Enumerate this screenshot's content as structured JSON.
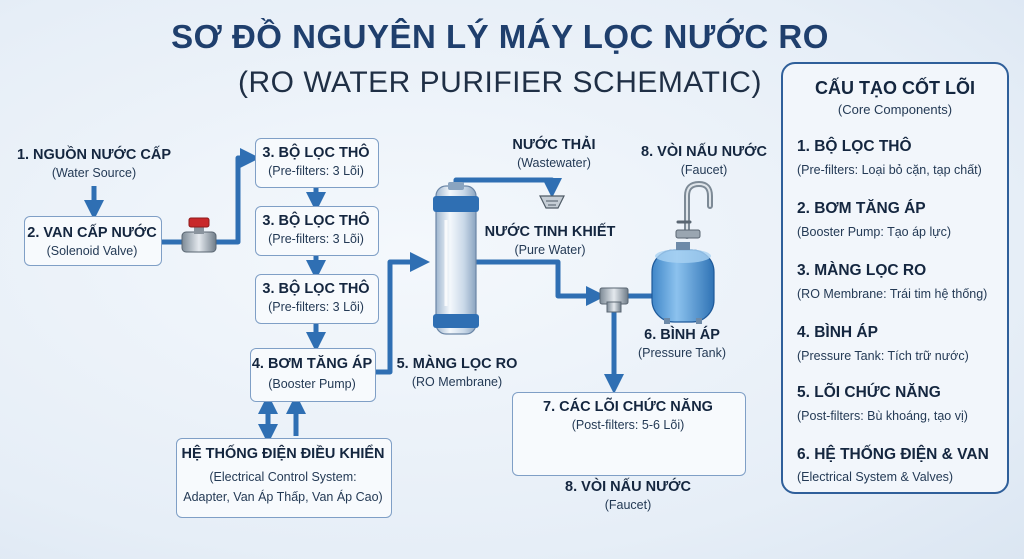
{
  "header": {
    "title": "SƠ ĐỒ NGUYÊN LÝ MÁY LỌC NƯỚC RO",
    "subtitle": "(RO WATER PURIFIER SCHEMATIC)"
  },
  "nodes": {
    "source": {
      "label": "1. NGUỒN NƯỚC CẤP",
      "sub": "(Water Source)"
    },
    "valve": {
      "label": "2. VAN CẤP NƯỚC",
      "sub": "(Solenoid Valve)"
    },
    "prefilter_1": {
      "label": "3. BỘ LỌC THÔ",
      "sub": "(Pre-filters: 3 Lõi)"
    },
    "prefilter_2": {
      "label": "3. BỘ LỌC THÔ",
      "sub": "(Pre-filters: 3 Lõi)"
    },
    "prefilter_3": {
      "label": "3. BỘ LỌC THÔ",
      "sub": "(Pre-filters: 3 Lõi)"
    },
    "pump": {
      "label": "4. BƠM TĂNG ÁP",
      "sub": "(Booster Pump)"
    },
    "control": {
      "label": "HỆ THỐNG ĐIỆN ĐIỀU KHIỂN",
      "sub1": "(Electrical Control System:",
      "sub2": "Adapter, Van Áp Thấp, Van Áp Cao)"
    },
    "membrane": {
      "label": "5. MÀNG LỌC RO",
      "sub": "(RO Membrane)"
    },
    "wastewater": {
      "label": "NƯỚC THẢI",
      "sub": "(Wastewater)"
    },
    "purewater": {
      "label": "NƯỚC TINH KHIẾT",
      "sub": "(Pure Water)"
    },
    "faucet_top": {
      "label": "8. VÒI NẤU NƯỚC",
      "sub": "(Faucet)"
    },
    "tank": {
      "label": "6. BÌNH ÁP",
      "sub": "(Pressure Tank)"
    },
    "postfilters": {
      "label": "7. CÁC LÕI CHỨC NĂNG",
      "sub": "(Post-filters: 5-6 Lõi)"
    },
    "faucet_bottom": {
      "label": "8. VÒI NẤU NƯỚC",
      "sub": "(Faucet)"
    }
  },
  "panel": {
    "title": "CẤU TẠO CỐT LÕI",
    "subtitle": "(Core Components)",
    "items": [
      {
        "label": "1. BỘ LỌC THÔ",
        "desc": "(Pre-filters: Loại bỏ cặn, tạp chất)"
      },
      {
        "label": "2. BƠM TĂNG ÁP",
        "desc": "(Booster Pump: Tạo áp lực)"
      },
      {
        "label": "3. MÀNG LỌC RO",
        "desc": "(RO Membrane: Trái tim hệ thống)"
      },
      {
        "label": "4. BÌNH ÁP",
        "desc": "(Pressure Tank: Tích trữ nước)"
      },
      {
        "label": "5. LÕI CHỨC NĂNG",
        "desc": "(Post-filters: Bù khoáng, tạo vị)"
      },
      {
        "label": "6. HỆ THỐNG ĐIỆN & VAN",
        "desc": "(Electrical System & Valves)"
      }
    ]
  },
  "colors": {
    "pipe": "#2f6fb3",
    "pipe_dark": "#1f5a9a",
    "title": "#1f3f6d",
    "panel_border": "#2f5f9a",
    "valve_red": "#c8282a"
  }
}
